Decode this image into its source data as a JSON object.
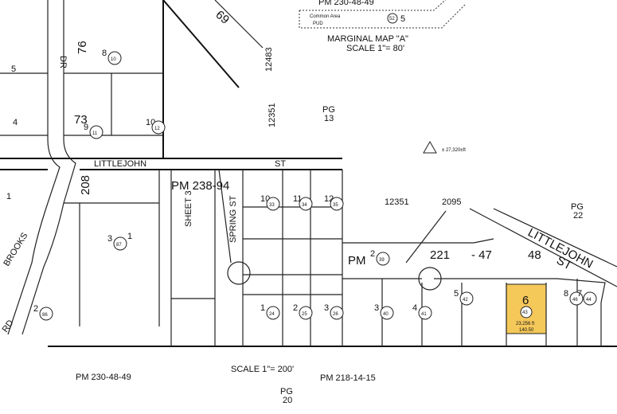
{
  "map": {
    "highlight_color": "#f5c85a",
    "header": {
      "pm_top": "PM 230-48-49",
      "marginal_title": "MARGINAL MAP \"A\"",
      "marginal_scale": "SCALE 1\"= 80'",
      "common_area": "Common Area",
      "pud": "PUD",
      "parcel_52": "52",
      "lot_5": "5"
    },
    "streets": {
      "littlejohn_west": "LITTLEJOHN",
      "st_west": "ST",
      "littlejohn_east": "LITTLEJOHN",
      "st_east": "ST",
      "brooks": "BROOKS",
      "spring": "SPRING ST",
      "dr": "DR",
      "rd": "RD"
    },
    "labels": {
      "pg13": "PG",
      "pg13n": "13",
      "pg22": "PG",
      "pg22n": "22",
      "pg20": "PG",
      "pg20n": "20",
      "n12483": "12483",
      "n12351a": "12351",
      "n12351b": "12351",
      "n2095": "2095",
      "pm238": "PM 238-94",
      "sheet3": "SHEET 3",
      "pm221": "PM",
      "pm221n": "221",
      "pm221b": "- 47",
      "pm221c": "48",
      "pm_bottom_left": "PM 230-48-49",
      "pm_bottom_right": "PM 218-14-15",
      "scale_bottom": "SCALE 1\"= 200'",
      "n208": "208",
      "n76": "76",
      "n73": "73",
      "n69": "69",
      "area_272": "± 27,320±ft",
      "highlight_lot": "6",
      "highlight_parcel": "43",
      "highlight_area": "23,256 ft",
      "highlight_dim": "140.50"
    },
    "lots": [
      {
        "lot": "5"
      },
      {
        "lot": "4"
      },
      {
        "lot": "1"
      },
      {
        "lot": "8",
        "parcel": "10"
      },
      {
        "lot": "9",
        "parcel": "11"
      },
      {
        "lot": "10",
        "parcel": "12"
      },
      {
        "lot": "3",
        "parcel": "87"
      },
      {
        "lot": "2",
        "parcel": "86"
      },
      {
        "lot": "1"
      },
      {
        "lot": "10",
        "parcel": "33"
      },
      {
        "lot": "11",
        "parcel": "34"
      },
      {
        "lot": "12",
        "parcel": "35"
      },
      {
        "lot": "1",
        "parcel": "24"
      },
      {
        "lot": "2",
        "parcel": "25"
      },
      {
        "lot": "3",
        "parcel": "26"
      },
      {
        "lot": "2",
        "parcel": "39"
      },
      {
        "lot": "3",
        "parcel": "40"
      },
      {
        "lot": "4",
        "parcel": "41"
      },
      {
        "lot": "5",
        "parcel": "42"
      },
      {
        "lot": "8",
        "parcel": "46"
      },
      {
        "lot": "7",
        "parcel": "44"
      }
    ]
  }
}
